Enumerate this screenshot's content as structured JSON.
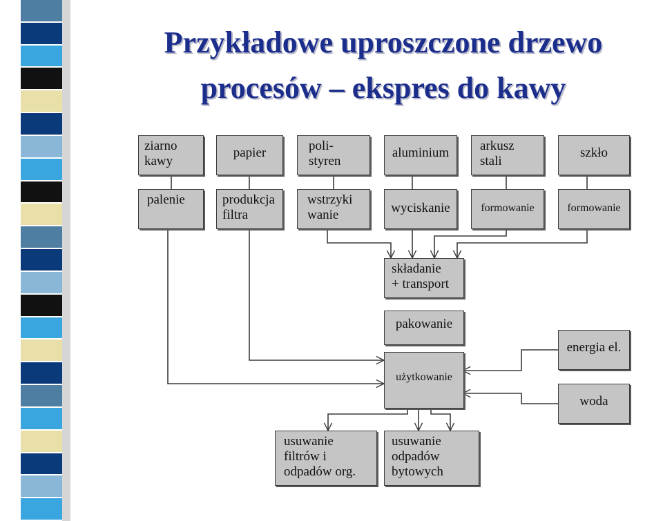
{
  "title": {
    "line1": "Przykładowe uproszczone drzewo",
    "line2": "procesów – ekspres do kawy"
  },
  "stripe_colors": [
    "#4e7ea1",
    "#0a3a7a",
    "#3aa6e0",
    "#111111",
    "#e8e0a8",
    "#0a3a7a",
    "#8ab6d8",
    "#3aa6e0",
    "#111111",
    "#e8e0a8",
    "#4e7ea1",
    "#0a3a7a",
    "#8ab6d8",
    "#111111",
    "#3aa6e0",
    "#e8e0a8",
    "#0a3a7a",
    "#4e7ea1",
    "#3aa6e0",
    "#e8e0a8",
    "#0a3a7a",
    "#8ab6d8",
    "#3aa6e0"
  ],
  "colors": {
    "title": "#1b2e8c",
    "box_fill": "#c5c5c5",
    "line": "#3a3a3a"
  },
  "diagram": {
    "materials": {
      "coffee_beans": "ziarno\nkawy",
      "paper": "papier",
      "polystyrene": "poli-\nstyren",
      "aluminium": "aluminium",
      "steel_sheet": "arkusz\nstali",
      "glass": "szkło"
    },
    "processes": {
      "roasting": "palenie",
      "filter_production": "produkcja\nfiltra",
      "injection": "wstrzyki\nwanie",
      "extrusion": "wyciskanie",
      "forming_steel": "formowanie",
      "forming_glass": "formowanie"
    },
    "assembly": "składanie\n+ transport",
    "packaging": "pakowanie",
    "use": "użytkowanie",
    "energy": "energia el.",
    "water": "woda",
    "disposal_filters": "usuwanie\nfiltrów i\nodpadów org.",
    "disposal_household": "usuwanie\nodpadów\nbytowych"
  }
}
